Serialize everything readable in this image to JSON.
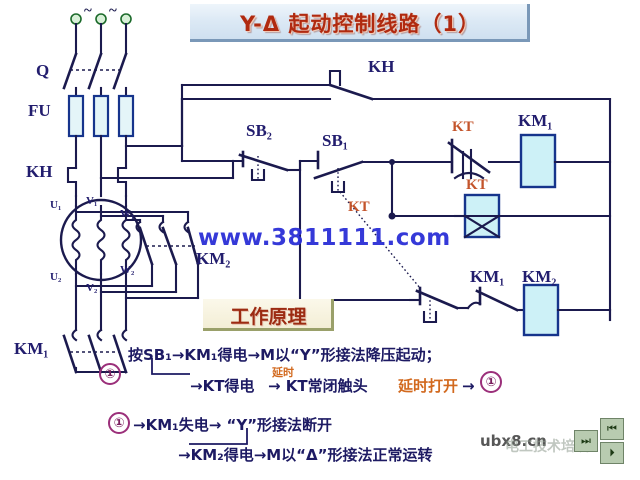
{
  "title": {
    "text": "Y-Δ 起动控制线路（1）"
  },
  "principle": {
    "text": "工作原理"
  },
  "power_circuit": {
    "supply_marks": [
      "~",
      "~"
    ],
    "disconnect": "Q",
    "fuse": "FU",
    "overload": "KH",
    "motor_terminals_top": [
      "U₁",
      "V₁",
      "W₁"
    ],
    "motor_terminals_bottom": [
      "U₂",
      "V₂",
      "W₂"
    ],
    "delta_contactor": "KM₂",
    "star_contactor": "KM₁"
  },
  "control_circuit": {
    "overload_contact": "KH",
    "stop_button": "SB₂",
    "start_button": "SB₁",
    "kt_nc_contact": "KT",
    "kt_no_contact": "KT",
    "kt_coil": "KT",
    "km1_coil": "KM₁",
    "km1_nc_contact": "KM₁",
    "km2_coil": "KM₂"
  },
  "explanation": {
    "marker_1": "①",
    "marker_2": "①",
    "line1": "按SB₁→KM₁得电→M以“Y”形接法降压起动；",
    "line2_pre": "→KT得电",
    "line2_delay": "延时",
    "line2_mid": "→ KT常闭触头",
    "line2_hl": "延时打开",
    "line2_end": "→",
    "line3": "→KM₁失电→ “Y”形接法断开",
    "line4": "→KM₂得电→M以“Δ”形接法正常运转"
  },
  "watermarks": {
    "main": "www.3811111.com",
    "sub": "ubx8.cn",
    "ghost": "电工技术培训"
  },
  "colors": {
    "wire": "#1b1a4e",
    "coil_fill": "#cdf1f7",
    "coil_border": "#16348c",
    "label": "#221d6e",
    "kt_label": "#c4552c",
    "title": "#b02a10",
    "highlight": "#d2691e"
  }
}
